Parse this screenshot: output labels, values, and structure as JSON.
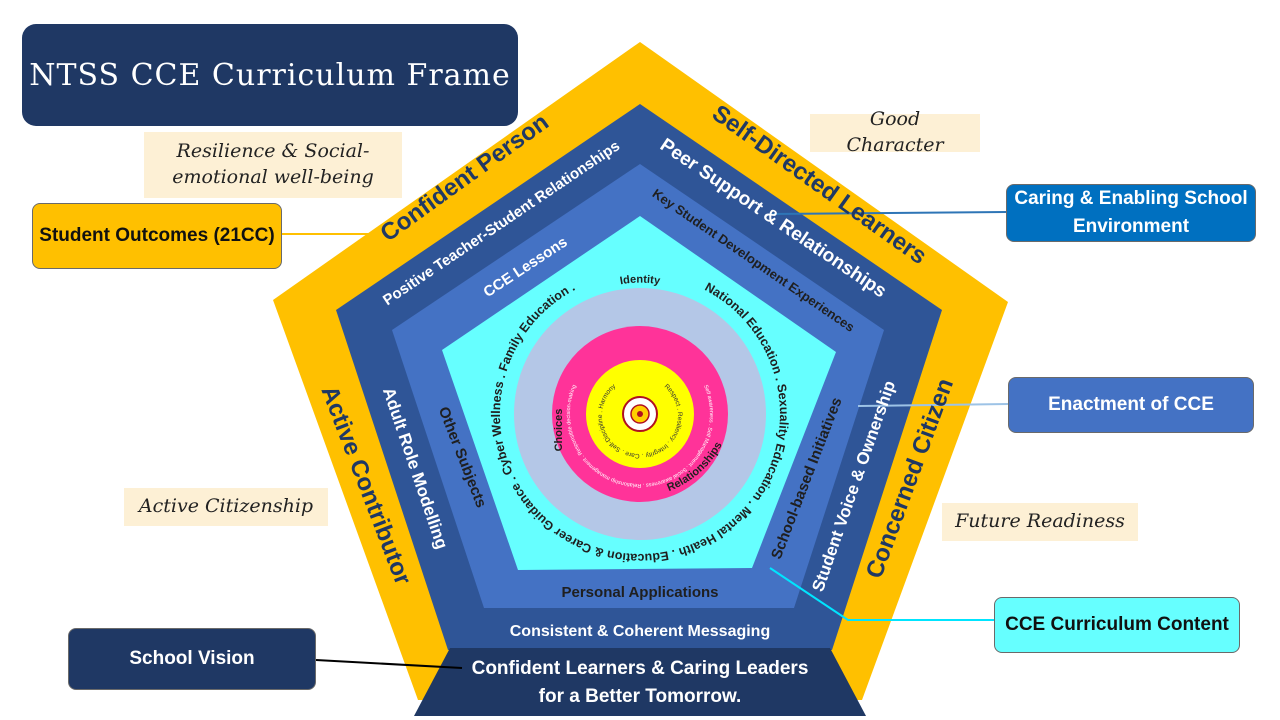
{
  "title": "NTSS CCE Curriculum Frame",
  "notes": {
    "resilience": "Resilience & Social-emotional well-being",
    "good_character": "Good Character",
    "active_citizenship": "Active Citizenship",
    "future_readiness": "Future Readiness"
  },
  "callouts": {
    "student_outcomes": "Student Outcomes (21CC)",
    "caring_environment": "Caring & Enabling School Environment",
    "enactment": "Enactment of CCE",
    "curriculum_content": "CCE Curriculum Content",
    "school_vision": "School Vision"
  },
  "outcomes": {
    "confident_person": "Confident Person",
    "self_directed_learners": "Self-Directed Learners",
    "concerned_citizen": "Concerned Citizen",
    "active_contributor": "Active Contributor"
  },
  "environment": {
    "teacher_relationships": "Positive Teacher-Student Relationships",
    "peer_support": "Peer Support  & Relationships",
    "student_voice": "Student  Voice & Ownership",
    "adult_role_modelling": "Adult Role Modelling",
    "messaging": "Consistent  & Coherent Messaging"
  },
  "enactment": {
    "cce_lessons": "CCE Lessons",
    "key_experiences": "Key Student Development Experiences",
    "school_initiatives": "School-based  Initiatives",
    "other_subjects": "Other Subjects",
    "personal_applications": "Personal  Applications"
  },
  "content": {
    "ring_topics": "National Education . Sexuality Education . Mental Health . Education & Career Guidance . Cyber Wellness . Family Education .",
    "identity": "Identity",
    "choices": "Choices",
    "relationships": "Relationships",
    "sel_competencies": "Self awareness . Self Management . Social awareness . Relationship management . Responsible decision-making",
    "values": "Respect . Resiliency . Integrity . Care . Self-Discipline . Harmony"
  },
  "vision": {
    "line1": "Confident Learners & Caring Leaders",
    "line2": "for a Better Tomorrow."
  },
  "colors": {
    "navy": "#1f3864",
    "gold": "#ffc000",
    "mid_blue": "#2f5597",
    "royal_blue": "#4472c4",
    "cyan": "#66ffff",
    "lavender": "#b4c7e7",
    "magenta": "#ff3399",
    "yellow": "#ffff00",
    "note_bg": "#fdf0d5",
    "env_box": "#0070c0",
    "content_box": "#66ffff"
  },
  "icons": {
    "school_crest": "school-crest-icon"
  }
}
